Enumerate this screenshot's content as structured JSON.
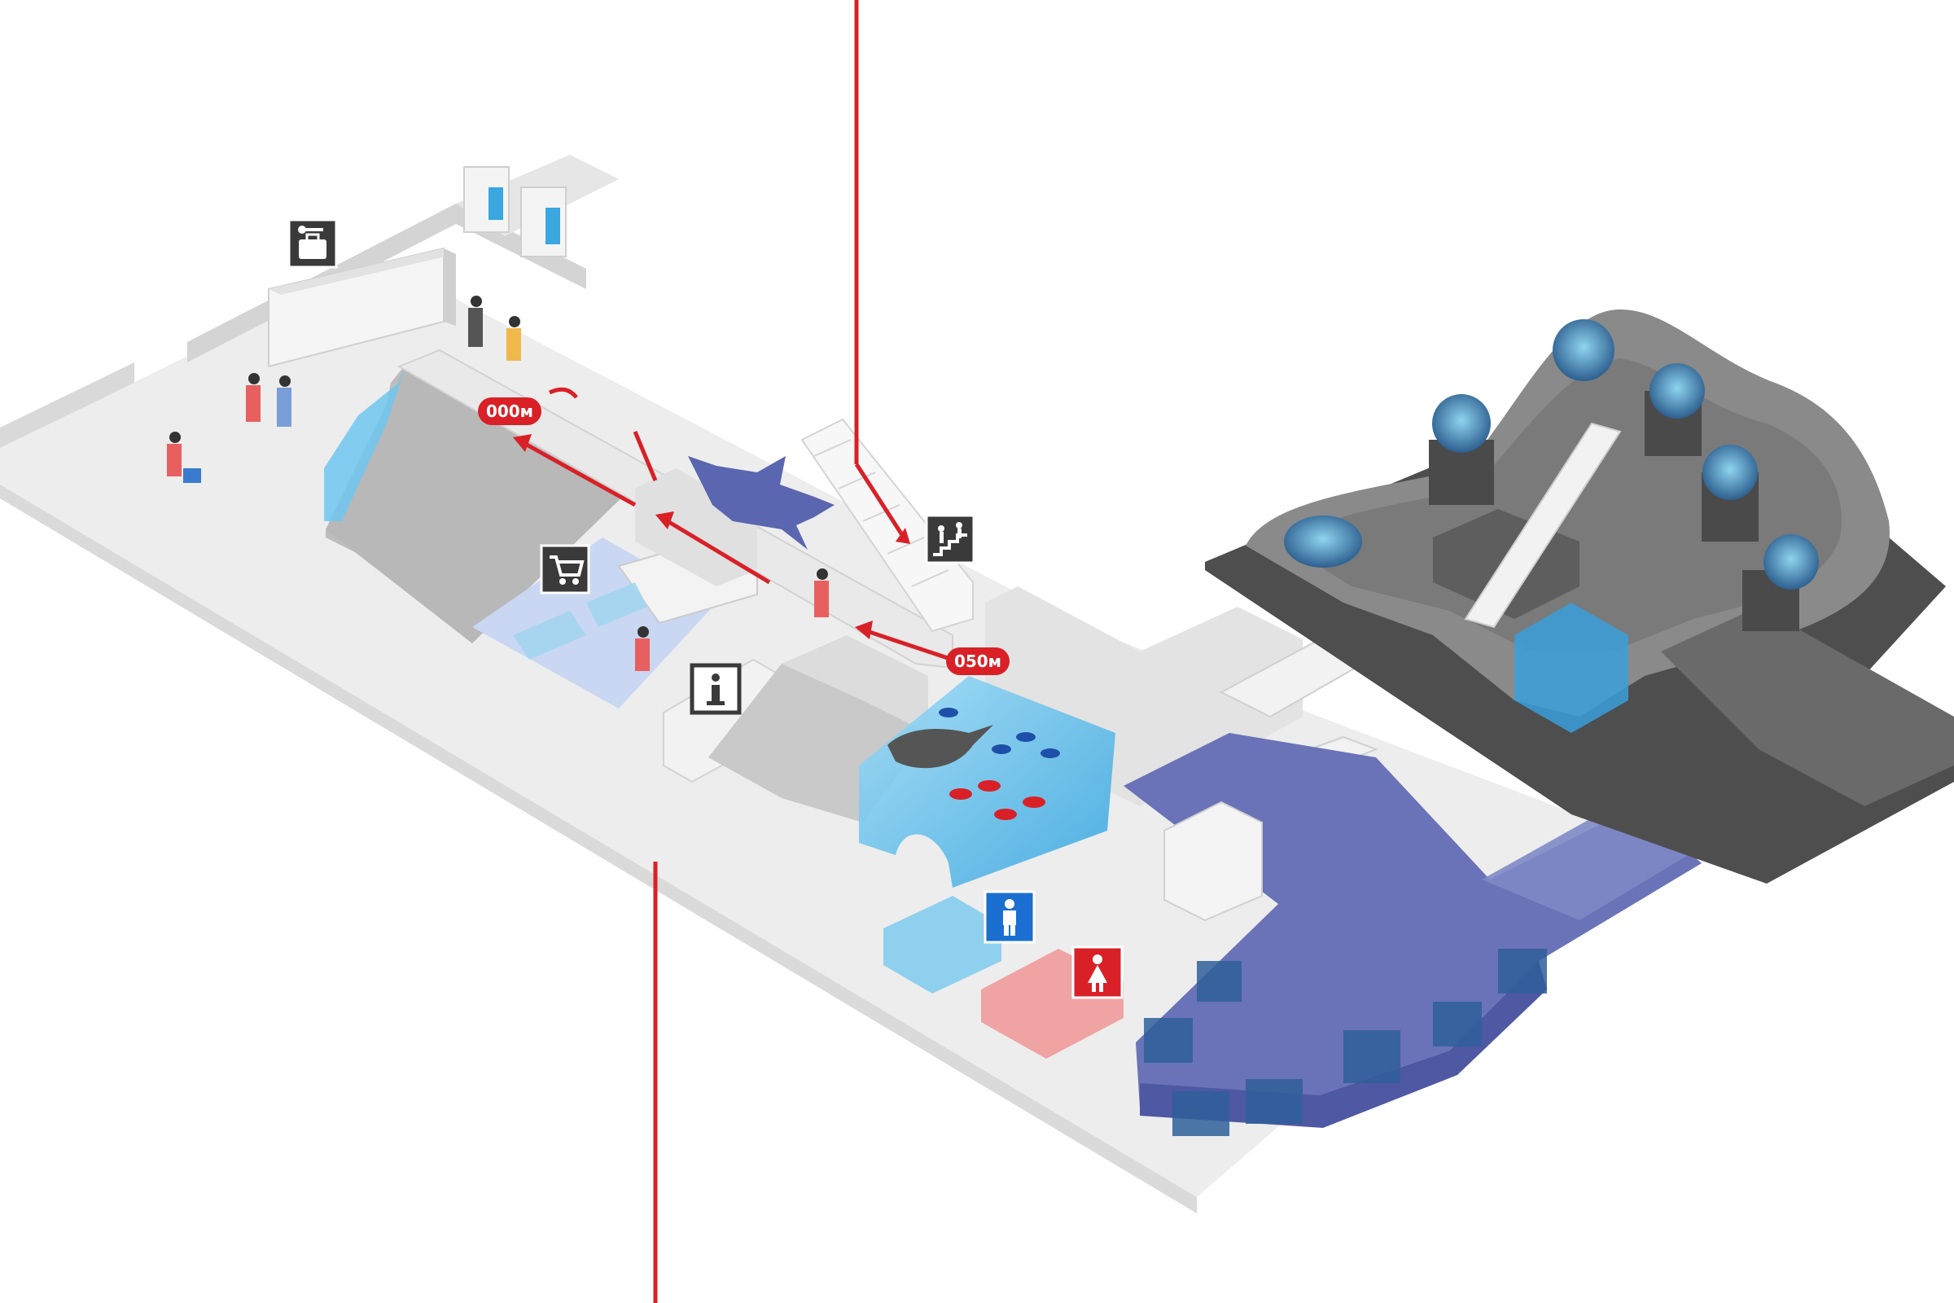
{
  "map": {
    "distance_markers": [
      {
        "id": "start",
        "label": "000м"
      },
      {
        "id": "mid",
        "label": "050м"
      }
    ],
    "icons": [
      {
        "id": "lockers",
        "name": "locker-key-icon"
      },
      {
        "id": "shop",
        "name": "shopping-cart-icon"
      },
      {
        "id": "info",
        "name": "information-icon"
      },
      {
        "id": "stairs",
        "name": "stairs-icon"
      },
      {
        "id": "restroom-men",
        "name": "restroom-men-icon"
      },
      {
        "id": "restroom-women",
        "name": "restroom-women-icon"
      }
    ],
    "colors": {
      "route": "#d92027",
      "floor": "#ececec",
      "wall": "#d6d6d6",
      "wall_dark": "#c4c4c4",
      "water": "#6fc6ee",
      "aquarium_blue": "#6a73b7",
      "jelly_hall": "#7a7a7a",
      "jelly_hall_dark": "#4e4e4e",
      "shop_floor": "#c9d7f2",
      "restroom_women": "#f08a8a",
      "icon_dark": "#3a3a3a",
      "men_blue": "#1a6fd0",
      "women_red": "#d92027"
    }
  }
}
